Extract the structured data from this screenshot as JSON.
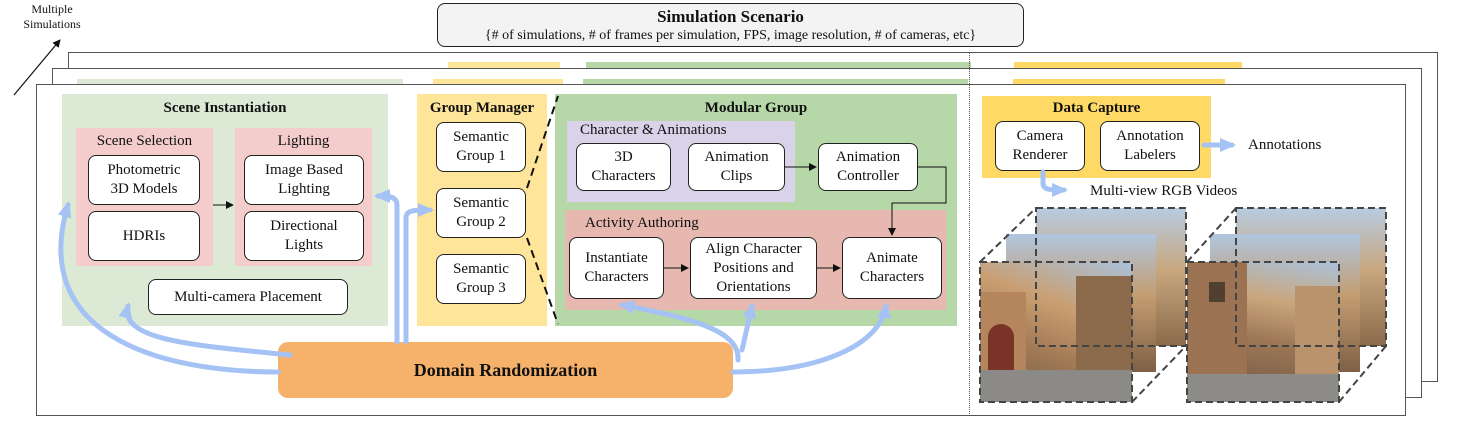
{
  "multiple_simulations": {
    "line1": "Multiple",
    "line2": "Simulations"
  },
  "scenario": {
    "title": "Simulation Scenario",
    "subtitle": "{# of simulations, # of frames per simulation, FPS, image resolution, # of cameras, etc}"
  },
  "scene_instantiation": {
    "title": "Scene Instantiation",
    "scene_selection": {
      "title": "Scene Selection",
      "photometric": "Photometric\n3D Models",
      "hdris": "HDRIs"
    },
    "lighting": {
      "title": "Lighting",
      "ibl": "Image Based\nLighting",
      "directional": "Directional\nLights"
    },
    "multicam": "Multi-camera Placement"
  },
  "group_manager": {
    "title": "Group Manager",
    "groups": [
      "Semantic\nGroup 1",
      "Semantic\nGroup 2",
      "Semantic\nGroup 3"
    ]
  },
  "modular_group": {
    "title": "Modular Group",
    "char_anim": {
      "title": "Character & Animations",
      "chars": "3D\nCharacters",
      "clips": "Animation\nClips"
    },
    "controller": "Animation\nController",
    "activity": {
      "title": "Activity Authoring",
      "instantiate": "Instantiate\nCharacters",
      "align": "Align Character\nPositions and\nOrientations",
      "animate": "Animate\nCharacters"
    }
  },
  "domain_randomization": "Domain Randomization",
  "data_capture": {
    "title": "Data Capture",
    "camera": "Camera\nRenderer",
    "labelers": "Annotation\nLabelers",
    "annotations": "Annotations",
    "videos": "Multi-view RGB Videos"
  },
  "colors": {
    "green": "#dce9d5",
    "green_strong": "#b6d7a8",
    "yellow": "#ffe599",
    "yellow_strong": "#ffd966",
    "pink": "#f4cccc",
    "pink_strong": "#e6b8af",
    "purple": "#d9d2e9",
    "orange": "#f6b26b",
    "arrow": "#a4c2f4"
  }
}
